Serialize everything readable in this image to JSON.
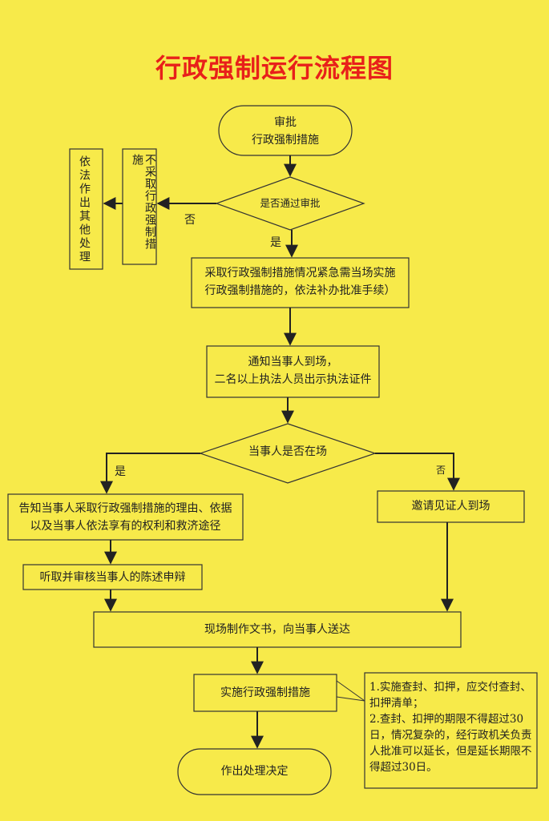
{
  "title": "行政强制运行流程图",
  "nodes": {
    "start_line1": "审批",
    "start_line2": "行政强制措施",
    "approved_q": "是否通过审批",
    "not_take": "不采取行政强制措施",
    "other_handle": "依法作出其他处理",
    "urgent_line1": "采取行政强制措施情况紧急需当场实施",
    "urgent_line2": "行政强制措施的，依法补办批准手续）",
    "notify_line1": "通知当事人到场，",
    "notify_line2": "二名以上执法人员出示执法证件",
    "present_q": "当事人是否在场",
    "inform_line1": "告知当事人采取行政强制措施的理由、依据",
    "inform_line2": "以及当事人依法享有的权利和救济途径",
    "invite": "邀请见证人到场",
    "hear": "听取并审核当事人的陈述申辩",
    "doc": "现场制作文书，向当事人送达",
    "implement": "实施行政强制措施",
    "decision": "作出处理决定",
    "note_text": "1.实施查封、扣押，应交付查封、扣押清单；\n2.查封、扣押的期限不得超过30日，情况复杂的，经行政机关负责人批准可以延长，但是延长期限不得超过30日。"
  },
  "edge_labels": {
    "no1": "否",
    "yes1": "是",
    "yes2": "是",
    "no2": "否"
  },
  "colors": {
    "background": "#f7ea4a",
    "title": "#e8201a",
    "line": "#222222"
  }
}
